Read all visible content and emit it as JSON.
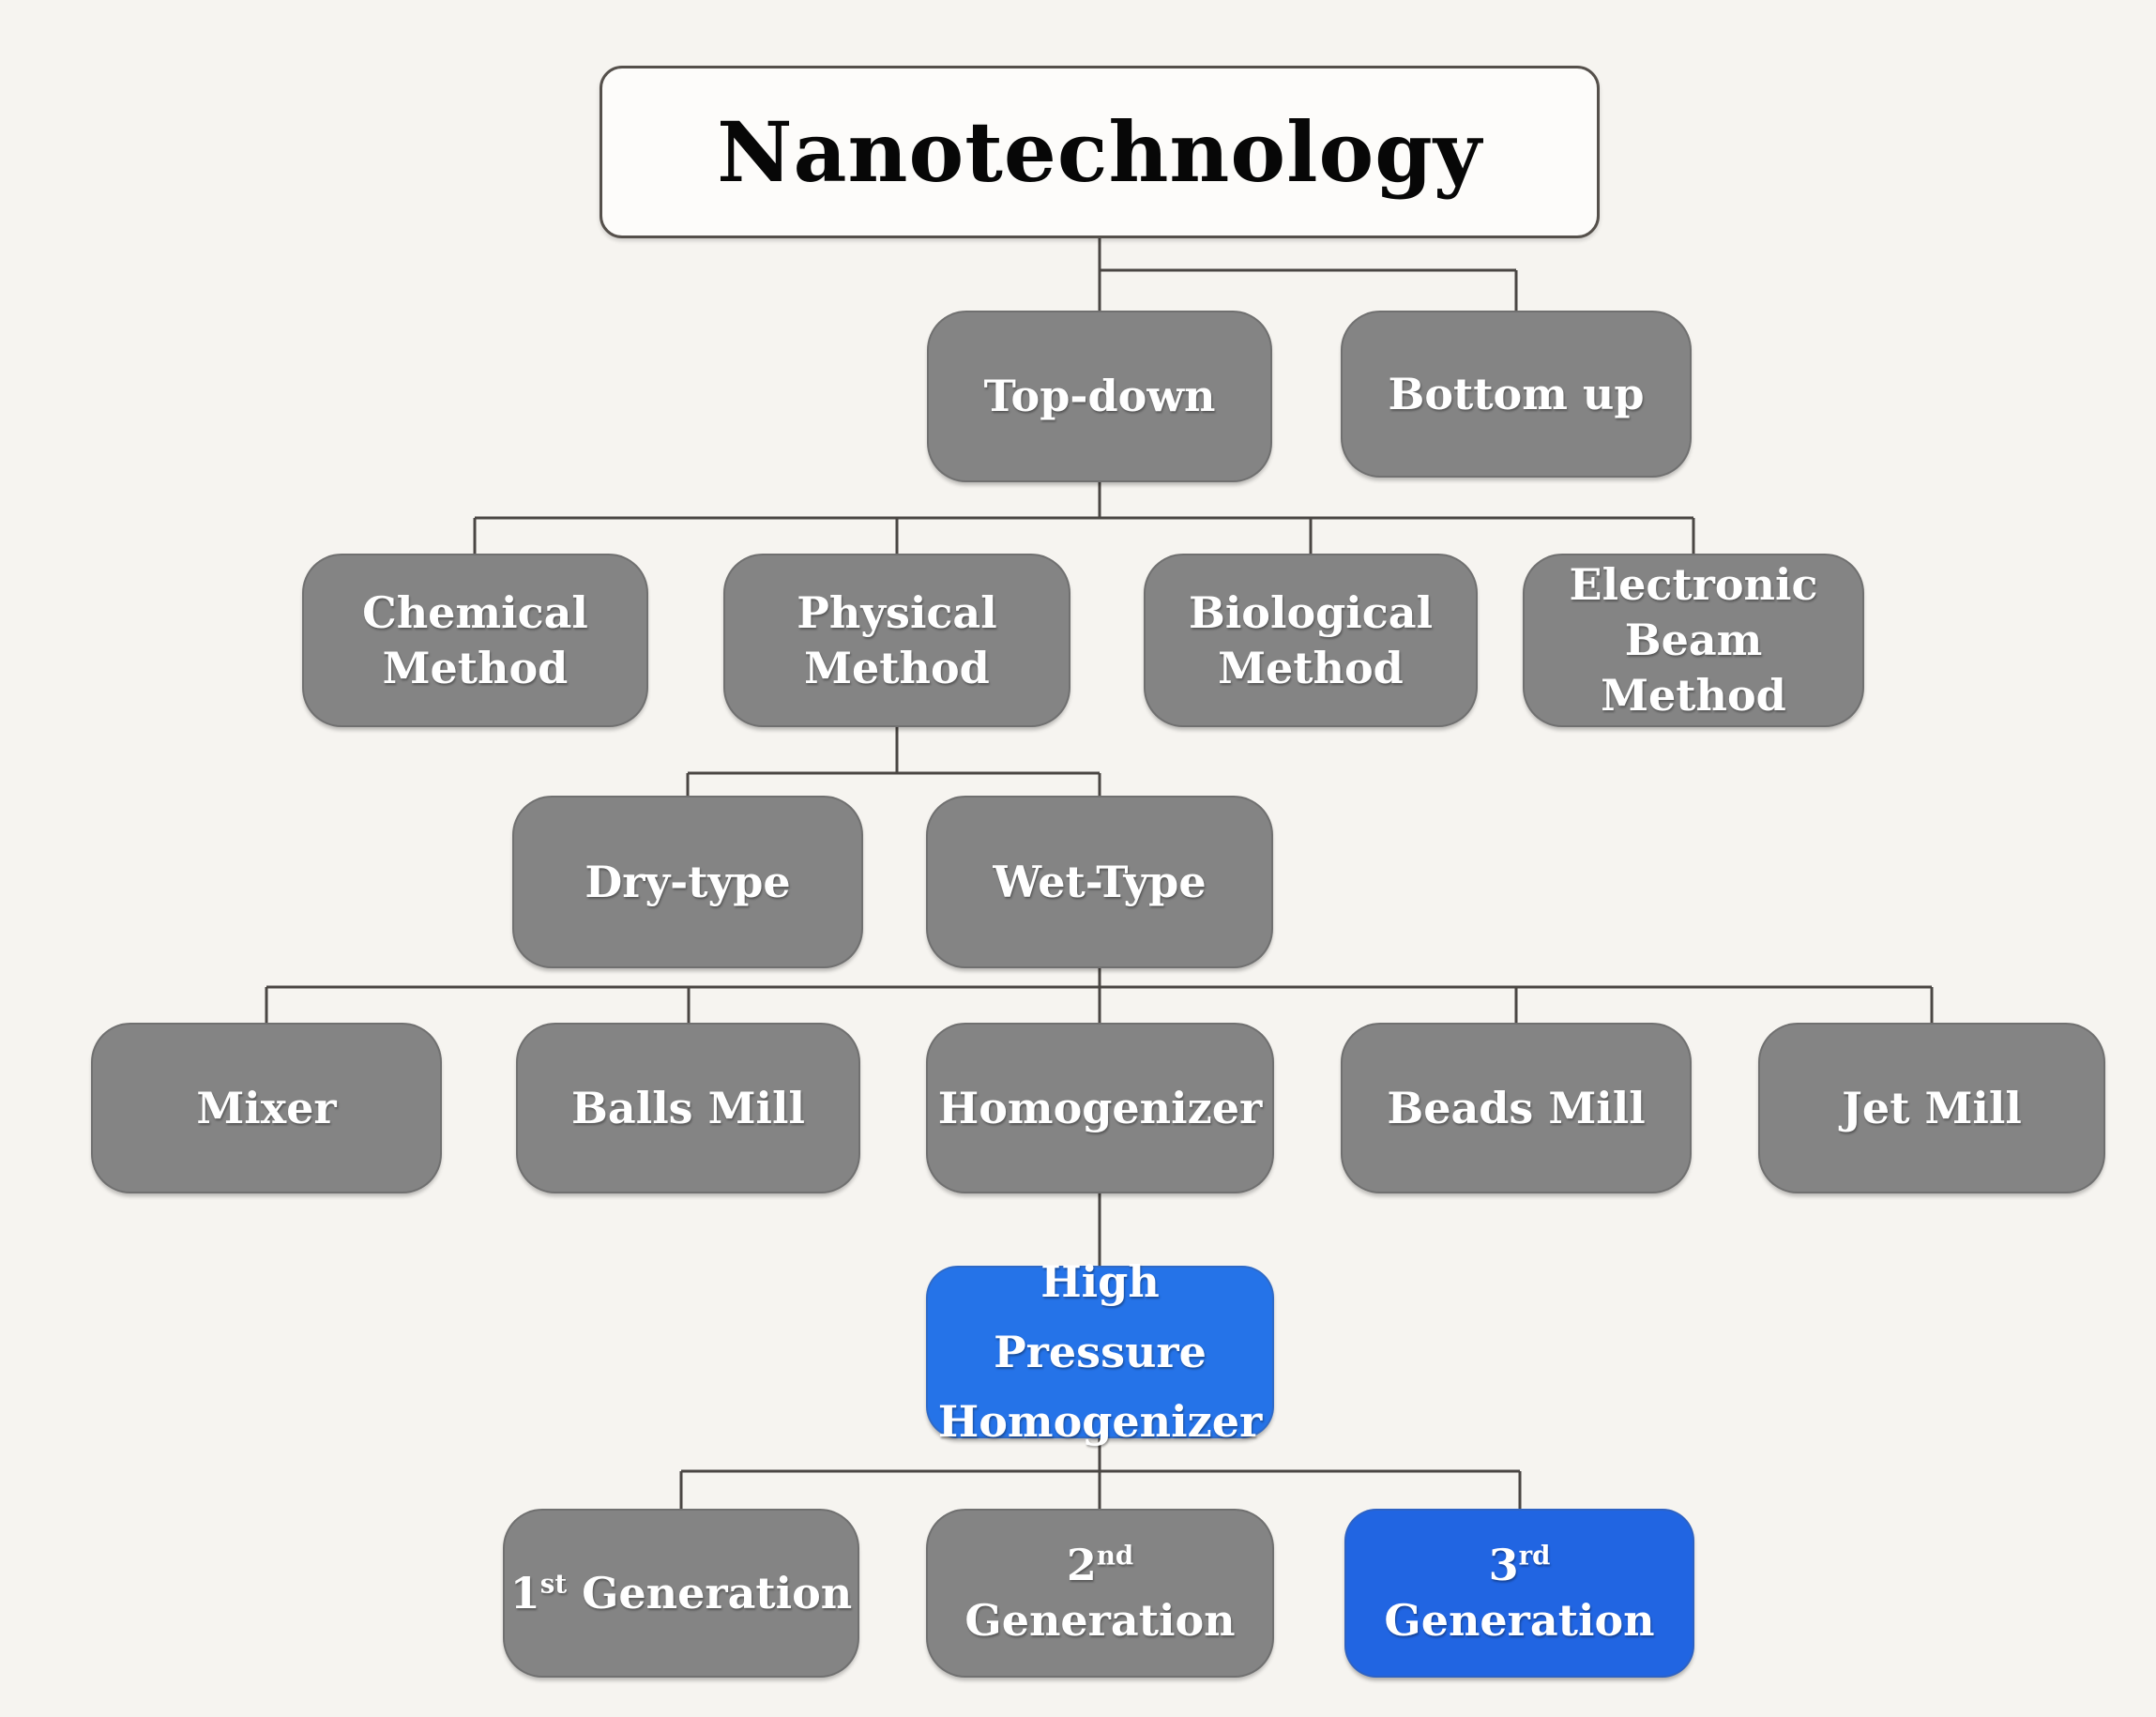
{
  "title": "Nanotechnology",
  "colors": {
    "background": "#f6f4f0",
    "box_gray": "#848484",
    "box_blue": "#2573e8",
    "box_blue_dark": "#2165e2",
    "box_text": "#ffffff",
    "line": "#4a4643",
    "title_bg": "#fdfcfa",
    "title_border": "#55504b",
    "title_text": "#070707"
  },
  "nodes": {
    "top_down": "Top-down",
    "bottom_up": "Bottom up",
    "chemical": {
      "line1": "Chemical",
      "line2": "Method"
    },
    "physical": {
      "line1": "Physical",
      "line2": "Method"
    },
    "biological": {
      "line1": "Biological",
      "line2": "Method"
    },
    "ebeam": {
      "line1": "Electronic",
      "line2": "Beam Method"
    },
    "dry": "Dry-type",
    "wet": "Wet-Type",
    "mixer": "Mixer",
    "balls_mill": "Balls Mill",
    "homogenizer": "Homogenizer",
    "beads_mill": "Beads Mill",
    "jet_mill": "Jet Mill",
    "hph": {
      "line1": "High Pressure",
      "line2": "Homogenizer"
    },
    "gen1": {
      "num": "1",
      "sup": "st",
      "rest": " Generation"
    },
    "gen2": {
      "num": "2",
      "sup": "nd",
      "line2": "Generation"
    },
    "gen3": {
      "num": "3",
      "sup": "rd",
      "line2": "Generation"
    }
  }
}
